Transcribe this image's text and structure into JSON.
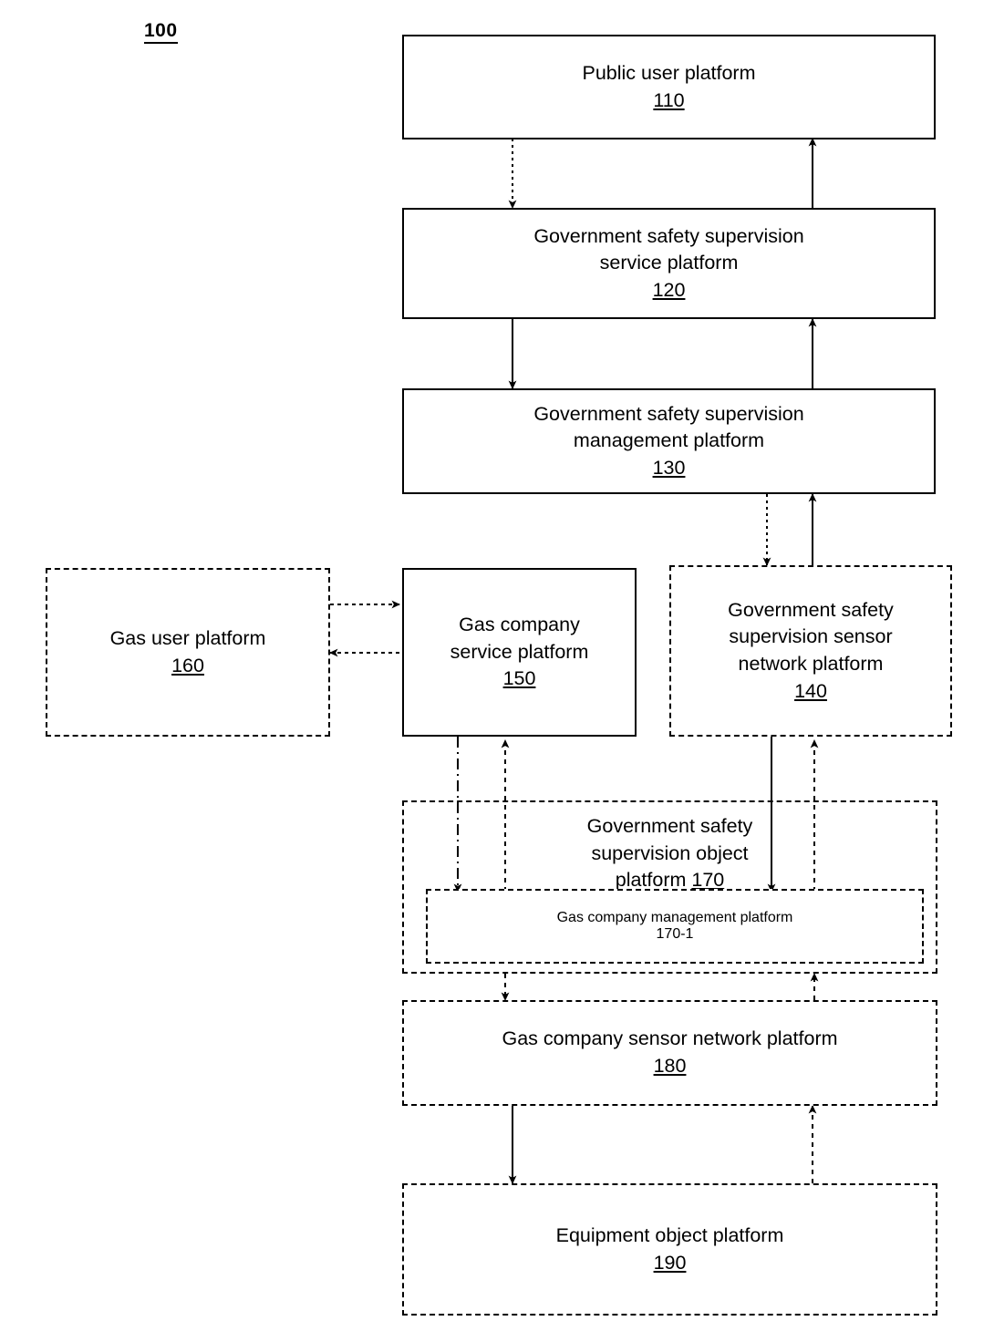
{
  "figure": {
    "number": "100",
    "type": "patent-block-diagram"
  },
  "nodes": {
    "public_user": {
      "title": "Public user platform",
      "ref": "110",
      "border": "solid"
    },
    "gov_service": {
      "title": "Government safety supervision\nservice platform",
      "ref": "120",
      "border": "solid"
    },
    "gov_management": {
      "title": "Government safety supervision\nmanagement platform",
      "ref": "130",
      "border": "solid"
    },
    "gov_sensor": {
      "title": "Government safety\nsupervision sensor\nnetwork platform",
      "ref": "140",
      "border": "dashed"
    },
    "gas_service": {
      "title": "Gas company\nservice platform",
      "ref": "150",
      "border": "solid"
    },
    "gas_user": {
      "title": "Gas user platform",
      "ref": "160",
      "border": "dashed"
    },
    "gov_object": {
      "title": "Government safety\nsupervision object\nplatform ",
      "ref": "170",
      "border": "dashed"
    },
    "gas_management": {
      "title": "Gas company management platform",
      "ref": "170-1",
      "border": "dashed"
    },
    "gas_sensor": {
      "title": "Gas company sensor network platform",
      "ref": "180",
      "border": "dashed"
    },
    "equipment_object": {
      "title": "Equipment object platform",
      "ref": "190",
      "border": "dashed"
    }
  },
  "colors": {
    "stroke": "#000000",
    "background": "#ffffff"
  },
  "connections": [
    {
      "name": "public-user-to-gov-service",
      "from": "110",
      "to": "120",
      "style": "dashed",
      "direction": "down"
    },
    {
      "name": "gov-service-to-public-user",
      "from": "120",
      "to": "110",
      "style": "solid",
      "direction": "up"
    },
    {
      "name": "gov-service-to-gov-management",
      "from": "120",
      "to": "130",
      "style": "solid",
      "direction": "down"
    },
    {
      "name": "gov-management-to-gov-service",
      "from": "130",
      "to": "120",
      "style": "solid",
      "direction": "up"
    },
    {
      "name": "gov-management-to-gov-sensor",
      "from": "130",
      "to": "140",
      "style": "dashed",
      "direction": "down"
    },
    {
      "name": "gov-sensor-to-gov-management",
      "from": "140",
      "to": "130",
      "style": "solid",
      "direction": "up"
    },
    {
      "name": "gas-user-to-gas-service",
      "from": "160",
      "to": "150",
      "style": "dashed",
      "direction": "right"
    },
    {
      "name": "gas-service-to-gas-user",
      "from": "150",
      "to": "160",
      "style": "dashed",
      "direction": "left"
    },
    {
      "name": "gas-service-to-gas-management",
      "from": "150",
      "to": "170-1",
      "style": "dash-dot",
      "direction": "down"
    },
    {
      "name": "gas-management-to-gas-service",
      "from": "170-1",
      "to": "150",
      "style": "dashed",
      "direction": "up"
    },
    {
      "name": "gov-sensor-to-gas-management",
      "from": "140",
      "to": "170-1",
      "style": "solid",
      "direction": "down"
    },
    {
      "name": "gas-management-to-gov-sensor",
      "from": "170-1",
      "to": "140",
      "style": "dashed",
      "direction": "up"
    },
    {
      "name": "gov-object-to-gas-sensor",
      "from": "170",
      "to": "180",
      "style": "dashed",
      "direction": "down"
    },
    {
      "name": "gas-sensor-to-gov-object",
      "from": "180",
      "to": "170",
      "style": "dashed",
      "direction": "up"
    },
    {
      "name": "gas-sensor-to-equipment",
      "from": "180",
      "to": "190",
      "style": "solid",
      "direction": "down"
    },
    {
      "name": "equipment-to-gas-sensor",
      "from": "190",
      "to": "180",
      "style": "dashed",
      "direction": "up"
    }
  ]
}
